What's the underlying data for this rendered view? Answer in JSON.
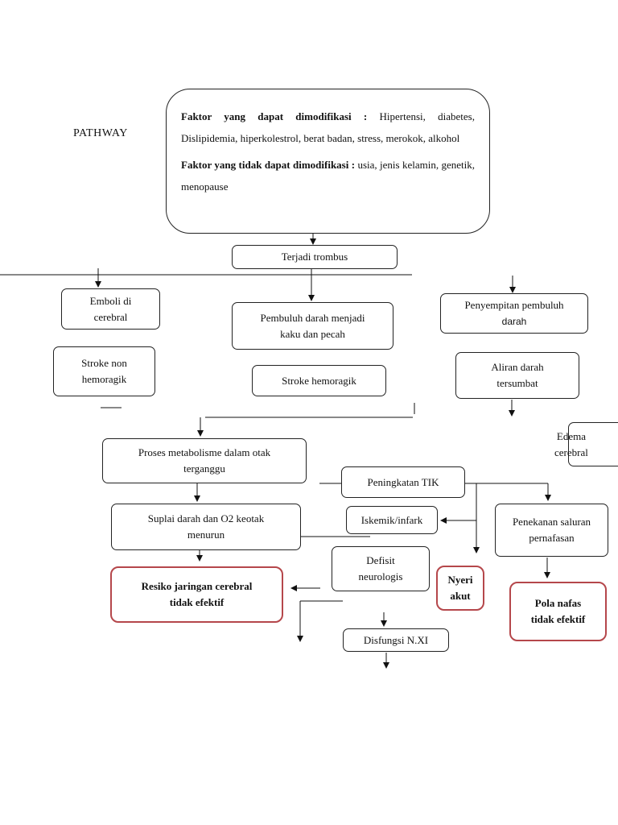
{
  "title": "PATHWAY",
  "factors": {
    "modifiable_label": "Faktor yang dapat dimodifikasi :",
    "modifiable_text": " Hipertensi, diabetes, Dislipidemia, hiperkolestrol, berat badan, stress, merokok, alkohol",
    "non_modifiable_label": "Faktor yang tidak dapat dimodifikasi :",
    "non_modifiable_text": " usia, jenis kelamin, genetik, menopause"
  },
  "nodes": {
    "trombus": "Terjadi trombus",
    "emboli": {
      "l1": "Emboli di",
      "l2": "cerebral"
    },
    "stroke_non": {
      "l1": "Stroke non",
      "l2": "hemoragik"
    },
    "pembuluh": {
      "l1": "Pembuluh darah menjadi",
      "l2": "kaku dan pecah"
    },
    "stroke_hemoragik": "Stroke hemoragik",
    "penyempitan": {
      "l1": "Penyempitan pembuluh",
      "l2": "darah"
    },
    "aliran": {
      "l1": "Aliran darah",
      "l2": "tersumbat"
    },
    "edema": {
      "l1": "Edema",
      "l2": "cerebral"
    },
    "proses": {
      "l1": "Proses metabolisme  dalam otak",
      "l2": "terganggu"
    },
    "tik": "Peningkatan TIK",
    "suplai": {
      "l1": "Suplai darah dan O2 keotak",
      "l2": "menurun"
    },
    "iskemik": "Iskemik/infark",
    "penekanan": {
      "l1": "Penekanan saluran",
      "l2": "pernafasan"
    },
    "defisit": {
      "l1": "Defisit",
      "l2": "neurologis"
    },
    "resiko": {
      "l1": "Resiko jaringan cerebral",
      "l2": "tidak efektif"
    },
    "nyeri": {
      "l1": "Nyeri",
      "l2": "akut"
    },
    "pola": {
      "l1": "Pola nafas",
      "l2": "tidak efektif"
    },
    "disfungsi": "Disfungsi N.XI"
  },
  "colors": {
    "outline": "#222222",
    "diagnosis_outline": "#b5474b"
  }
}
